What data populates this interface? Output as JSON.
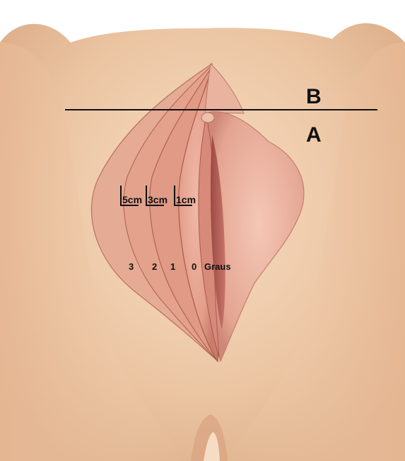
{
  "labels": {
    "line_above": "B",
    "line_below": "A",
    "scale_5cm": "5cm",
    "scale_3cm": "3cm",
    "scale_1cm": "1cm",
    "grade_3": "3",
    "grade_2": "2",
    "grade_1": "1",
    "grade_0": "0",
    "grade_unit": "Graus"
  },
  "colors": {
    "skin_light": "#f1d2b4",
    "skin_mid": "#e2b08c",
    "skin_shadow": "#c99472",
    "tissue": "#dd9b88",
    "tissue_dark": "#a8584c",
    "label_text": "#111111"
  }
}
